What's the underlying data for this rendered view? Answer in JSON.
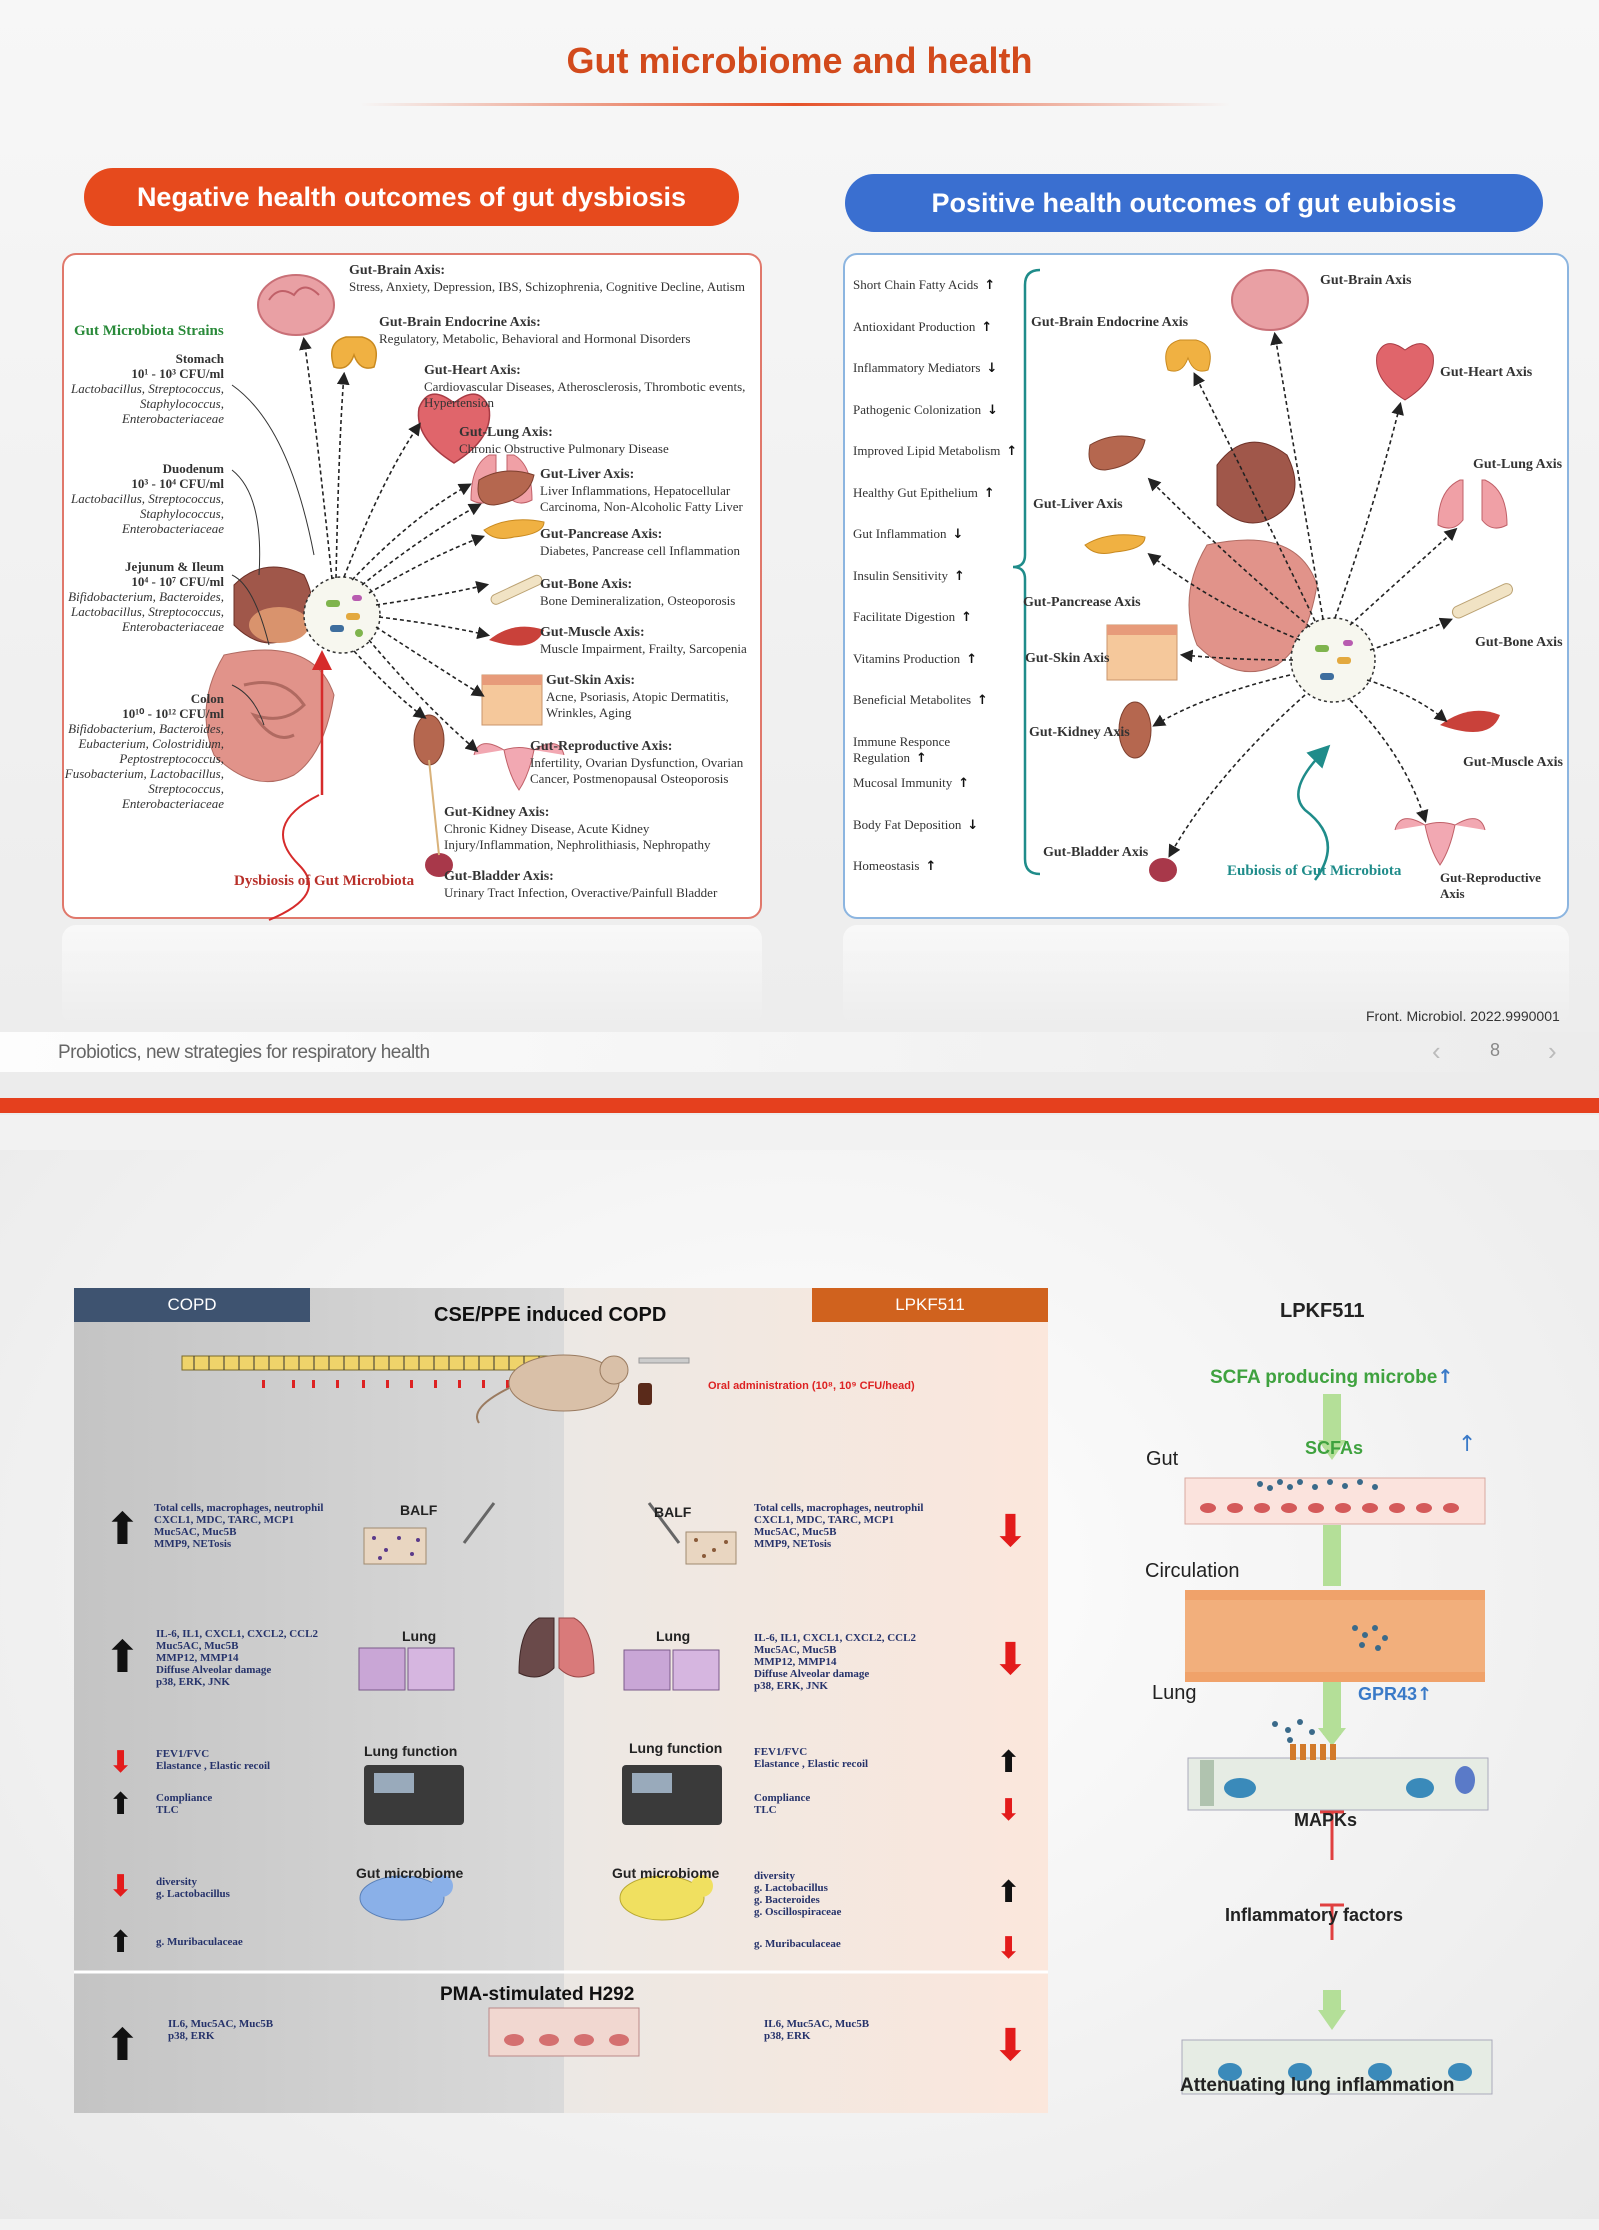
{
  "slide1": {
    "title": "Gut microbiome and health",
    "left_header": "Negative health outcomes of gut dysbiosis",
    "right_header": "Positive health outcomes of gut eubiosis",
    "strains_title": "Gut Microbiota Strains",
    "strains": [
      {
        "site": "Stomach",
        "count": "10¹ - 10³ CFU/ml",
        "taxa": "Lactobacillus, Streptococcus, Staphylococcus, Enterobacteriaceae"
      },
      {
        "site": "Duodenum",
        "count": "10³ - 10⁴ CFU/ml",
        "taxa": "Lactobacillus, Streptococcus, Staphylococcus, Enterobacteriaceae"
      },
      {
        "site": "Jejunum & Ileum",
        "count": "10⁴ - 10⁷ CFU/ml",
        "taxa": "Bifidobacterium, Bacteroides, Lactobacillus, Streptococcus, Enterobacteriaceae"
      },
      {
        "site": "Colon",
        "count": "10¹⁰ - 10¹² CFU/ml",
        "taxa": "Bifidobacterium, Bacteroides, Eubacterium, Colostridium, Peptostreptococcus, Fusobacterium, Lactobacillus, Streptococcus, Enterobacteriaceae"
      }
    ],
    "dysbiosis_label": "Dysbiosis of Gut Microbiota",
    "left_axes": [
      {
        "title": "Gut-Brain Axis:",
        "desc": "Stress, Anxiety, Depression, IBS, Schizophrenia, Cognitive Decline, Autism"
      },
      {
        "title": "Gut-Brain Endocrine Axis:",
        "desc": "Regulatory, Metabolic, Behavioral and Hormonal Disorders"
      },
      {
        "title": "Gut-Heart Axis:",
        "desc": "Cardiovascular Diseases, Atherosclerosis, Thrombotic events, Hypertension"
      },
      {
        "title": "Gut-Lung Axis:",
        "desc": "Chronic Obstructive Pulmonary Disease"
      },
      {
        "title": "Gut-Liver Axis:",
        "desc": "Liver Inflammations, Hepatocellular Carcinoma, Non-Alcoholic Fatty Liver"
      },
      {
        "title": "Gut-Pancrease Axis:",
        "desc": "Diabetes, Pancrease cell Inflammation"
      },
      {
        "title": "Gut-Bone Axis:",
        "desc": "Bone Demineralization, Osteoporosis"
      },
      {
        "title": "Gut-Muscle Axis:",
        "desc": "Muscle Impairment, Frailty, Sarcopenia"
      },
      {
        "title": "Gut-Skin Axis:",
        "desc": "Acne, Psoriasis, Atopic Dermatitis, Wrinkles, Aging"
      },
      {
        "title": "Gut-Reproductive Axis:",
        "desc": "Infertility, Ovarian Dysfunction, Ovarian Cancer, Postmenopausal Osteoporosis"
      },
      {
        "title": "Gut-Kidney Axis:",
        "desc": "Chronic Kidney Disease, Acute Kidney Injury/Inflammation, Nephrolithiasis, Nephropathy"
      },
      {
        "title": "Gut-Bladder Axis:",
        "desc": "Urinary Tract Infection, Overactive/Painfull Bladder"
      }
    ],
    "benefits": [
      {
        "label": "Short Chain Fatty Acids",
        "arrow": "↑"
      },
      {
        "label": "Antioxidant Production",
        "arrow": "↑"
      },
      {
        "label": "Inflammatory Mediators",
        "arrow": "↓"
      },
      {
        "label": "Pathogenic Colonization",
        "arrow": "↓"
      },
      {
        "label": "Improved Lipid Metabolism",
        "arrow": "↑"
      },
      {
        "label": "Healthy Gut Epithelium",
        "arrow": "↑"
      },
      {
        "label": "Gut Inflammation",
        "arrow": "↓"
      },
      {
        "label": "Insulin Sensitivity",
        "arrow": "↑"
      },
      {
        "label": "Facilitate Digestion",
        "arrow": "↑"
      },
      {
        "label": "Vitamins Production",
        "arrow": "↑"
      },
      {
        "label": "Beneficial Metabolites",
        "arrow": "↑"
      },
      {
        "label": "Immune Responce Regulation",
        "arrow": "↑"
      },
      {
        "label": "Mucosal Immunity",
        "arrow": "↑"
      },
      {
        "label": "Body Fat Deposition",
        "arrow": "↓"
      },
      {
        "label": "Homeostasis",
        "arrow": "↑"
      }
    ],
    "right_axes": {
      "brain": "Gut-Brain Axis",
      "endocrine": "Gut-Brain Endocrine Axis",
      "heart": "Gut-Heart Axis",
      "liver": "Gut-Liver Axis",
      "lung": "Gut-Lung Axis",
      "pancrease": "Gut-Pancrease Axis",
      "skin": "Gut-Skin Axis",
      "bone": "Gut-Bone Axis",
      "kidney": "Gut-Kidney Axis",
      "muscle": "Gut-Muscle Axis",
      "bladder": "Gut-Bladder Axis",
      "reproductive": "Gut-Reproductive Axis"
    },
    "eubiosis_label": "Eubiosis of Gut Microbiota",
    "citation": "Front. Microbiol. 2022.9990001",
    "footer": "Probiotics, new strategies for respiratory health",
    "page_number": "8"
  },
  "slide2": {
    "left_tag": "COPD",
    "right_tag": "LPKF511",
    "main_title": "CSE/PPE induced COPD",
    "oral_admin": "Oral administration (10⁸, 10⁹ CFU/head)",
    "sections": {
      "balf": "BALF",
      "lung": "Lung",
      "lung_function": "Lung function",
      "gut_microbiome": "Gut microbiome"
    },
    "balf_text": "Total cells, macrophages, neutrophil\nCXCL1, MDC, TARC, MCP1\nMuc5AC, Muc5B\nMMP9, NETosis",
    "lung_text": "IL-6, IL1, CXCL1, CXCL2, CCL2\nMuc5AC, Muc5B\nMMP12, MMP14\nDiffuse Alveolar damage\np38, ERK, JNK",
    "lf_text_a": "FEV1/FVC\nElastance , Elastic recoil",
    "lf_text_b": "Compliance\nTLC",
    "gut_left_a": "diversity\ng. Lactobacillus",
    "gut_left_b": "g. Muribaculaceae",
    "gut_right_a": "diversity\ng. Lactobacillus\ng. Bacteroides\ng. Oscillospiraceae",
    "gut_right_b": "g. Muribaculaceae",
    "pma_title": "PMA-stimulated H292",
    "pma_text": "IL6, Muc5AC, Muc5B\np38, ERK",
    "mechanism": {
      "title": "LPKF511",
      "scfa_microbe": "SCFA producing microbe",
      "scfas": "SCFAs",
      "gut": "Gut",
      "circulation": "Circulation",
      "lung": "Lung",
      "gpr43": "GPR43",
      "mapks": "MAPKs",
      "inflam": "Inflammatory factors",
      "outcome": "Attenuating lung inflammation"
    }
  },
  "colors": {
    "accent_red": "#e5401e",
    "accent_blue": "#3a6fd0",
    "copd_tag": "#3e5370",
    "lpkf_tag": "#d0621e",
    "green": "#3fa23f"
  }
}
